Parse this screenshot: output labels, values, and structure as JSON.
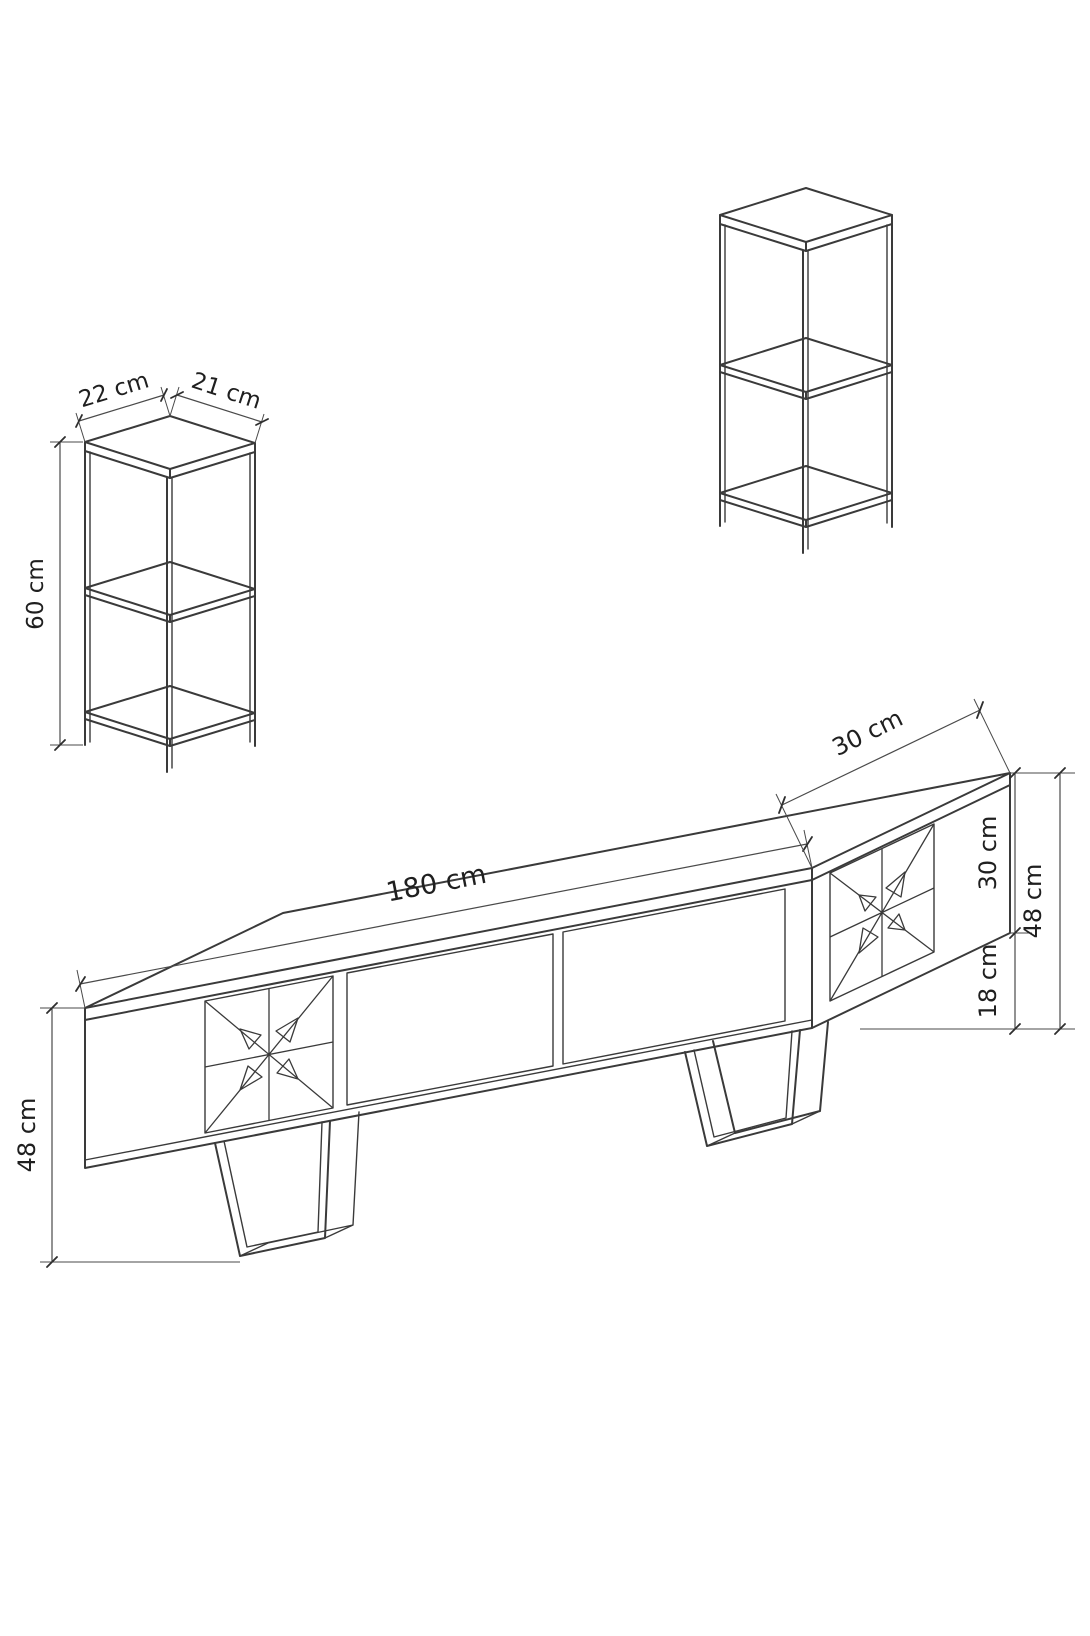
{
  "diagram": {
    "type": "furniture-dimension-drawing",
    "units": "cm",
    "tv_unit": {
      "width_label": "180 cm",
      "depth_label": "30 cm",
      "body_height_label": "30 cm",
      "leg_height_label": "18 cm",
      "total_height_label": "48 cm",
      "left_height_label": "48 cm"
    },
    "side_table": {
      "width_label": "22 cm",
      "depth_label": "21 cm",
      "height_label": "60 cm"
    },
    "colors": {
      "line": "#3a3a3a",
      "dimension": "#4a4a4a",
      "text": "#1f1f1f",
      "background": "#ffffff"
    }
  }
}
